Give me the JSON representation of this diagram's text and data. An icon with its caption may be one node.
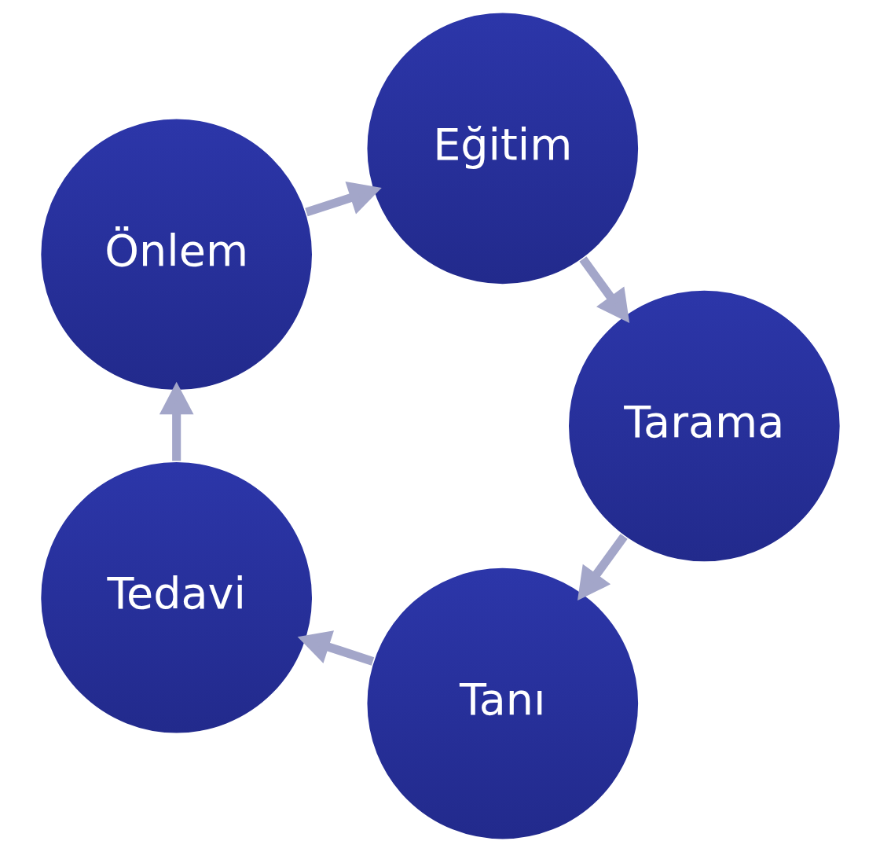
{
  "diagram": {
    "nodes": [
      {
        "text": [
          "Tanı"
        ]
      },
      {
        "text": [
          "Tedavi"
        ]
      },
      {
        "text": [
          "Önlem"
        ]
      },
      {
        "text": [
          "Eğitim"
        ]
      },
      {
        "text": [
          "Tarama"
        ]
      }
    ],
    "edges": [
      {
        "from": 0,
        "to": 1,
        "arrow": "to"
      },
      {
        "from": 1,
        "to": 2,
        "arrow": "to"
      },
      {
        "from": 2,
        "to": 3,
        "arrow": "to"
      },
      {
        "from": 3,
        "to": 4,
        "arrow": "to"
      },
      {
        "from": 4,
        "to": 0,
        "arrow": "to"
      }
    ]
  }
}
